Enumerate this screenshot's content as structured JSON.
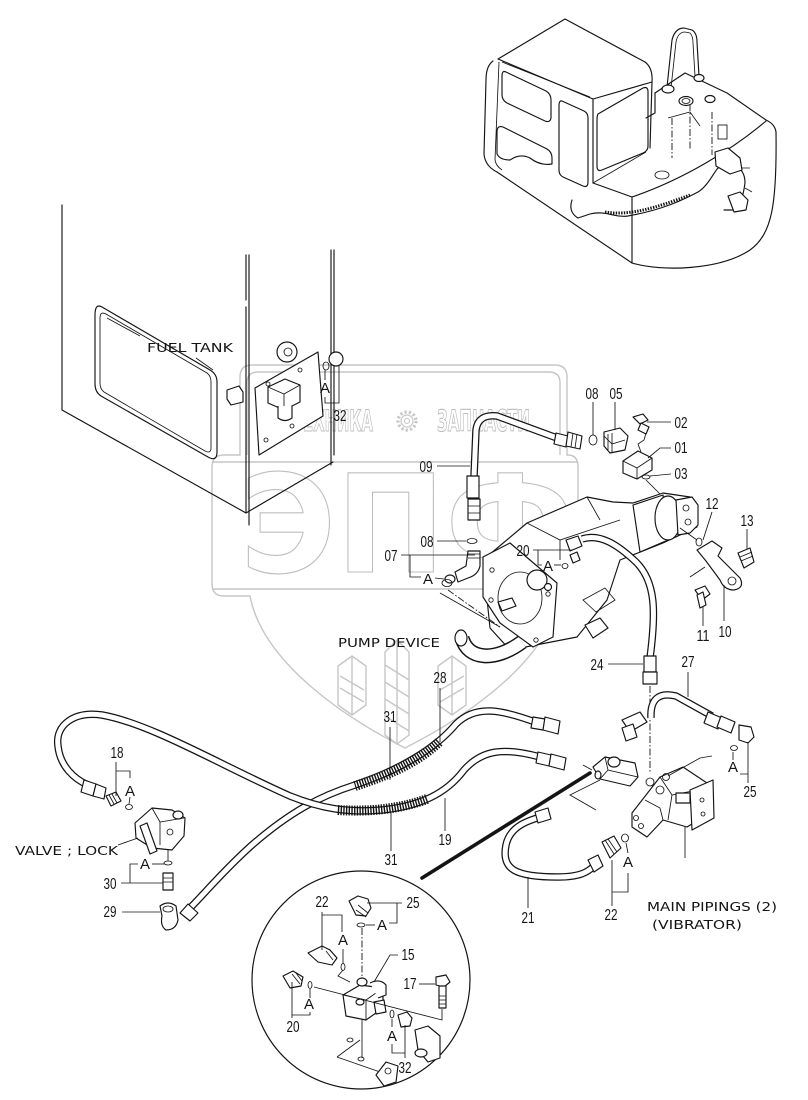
{
  "watermark": {
    "brand_left": "ТЕХНИКА",
    "brand_right": "ЗАПЧАСТИ",
    "logo": "ЭПФ",
    "icon": "gear-icon"
  },
  "captions": {
    "fuel_tank": "FUEL TANK",
    "pump_device": "PUMP DEVICE",
    "valve_lock": "VALVE ; LOCK",
    "main_pipings": "MAIN PIPINGS (2)",
    "vibrator": "(VIBRATOR)"
  },
  "detail_marker": "A",
  "callouts": [
    "08",
    "05",
    "02",
    "01",
    "03",
    "09",
    "12",
    "13",
    "08",
    "07",
    "20",
    "11",
    "10",
    "24",
    "27",
    "28",
    "31",
    "18",
    "25",
    "19",
    "31",
    "30",
    "21",
    "22",
    "29",
    "32",
    "22",
    "25",
    "15",
    "17",
    "20",
    "32"
  ],
  "inset": {
    "parts": [
      "22",
      "25",
      "15",
      "17",
      "20",
      "32"
    ]
  }
}
